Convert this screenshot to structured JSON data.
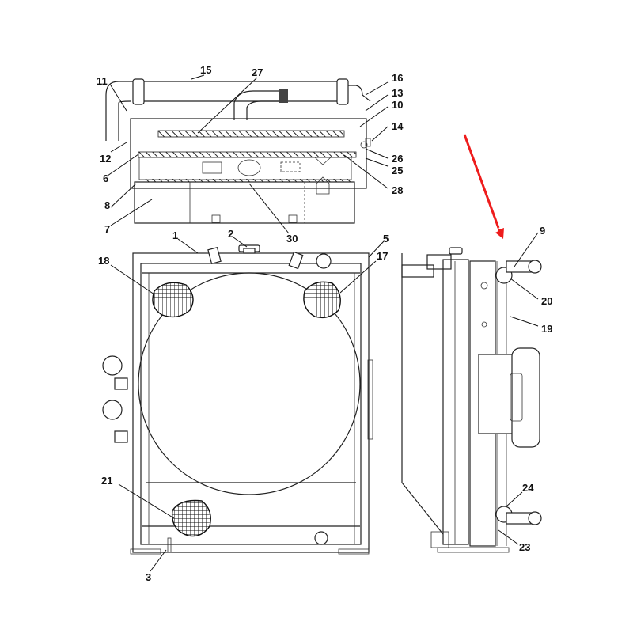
{
  "diagram": {
    "title": "Radiator assembly exploded parts diagram",
    "views": [
      {
        "name": "top-view",
        "description": "Top view of radiator assembly with charge-air pipe"
      },
      {
        "name": "front-view",
        "description": "Front view of radiator with fan shroud"
      },
      {
        "name": "side-view",
        "description": "Side view of radiator assembly"
      }
    ],
    "arrow": {
      "color": "#ee1c1c",
      "points_to": "side-view top tube (part 9)"
    },
    "callouts": {
      "c1": "1",
      "c2": "2",
      "c3": "3",
      "c5": "5",
      "c6": "6",
      "c7": "7",
      "c8": "8",
      "c9": "9",
      "c10": "10",
      "c11": "11",
      "c12": "12",
      "c13": "13",
      "c14": "14",
      "c15": "15",
      "c16": "16",
      "c17": "17",
      "c18": "18",
      "c19": "19",
      "c20": "20",
      "c21": "21",
      "c23": "23",
      "c24": "24",
      "c25": "25",
      "c26": "26",
      "c27": "27",
      "c28": "28",
      "c30": "30"
    }
  }
}
